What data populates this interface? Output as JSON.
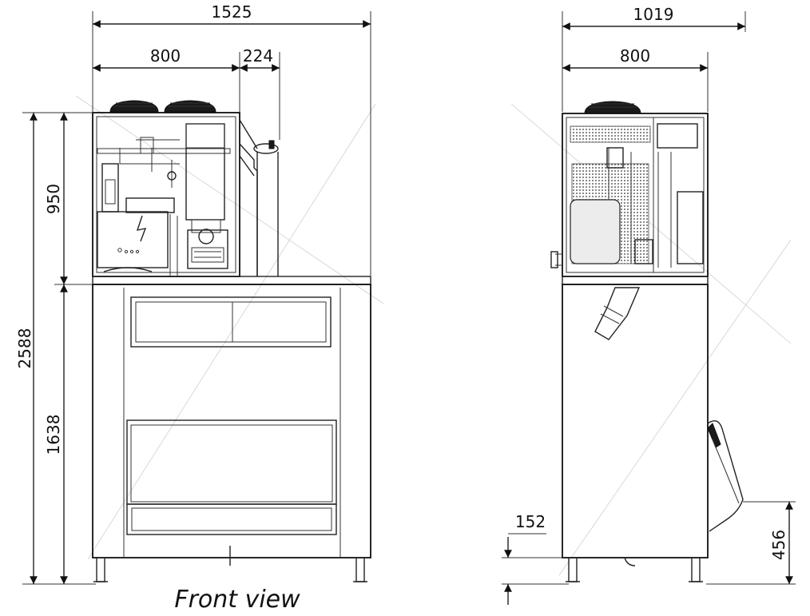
{
  "dimensions": {
    "front_total_width": "1525",
    "front_left_width": "800",
    "front_right_width": "224",
    "side_total_width": "1019",
    "side_inner_width": "800",
    "total_height": "2588",
    "upper_height": "950",
    "lower_height": "1638",
    "leg_height": "152",
    "chute_height": "456"
  },
  "captions": {
    "front": "Front view"
  }
}
